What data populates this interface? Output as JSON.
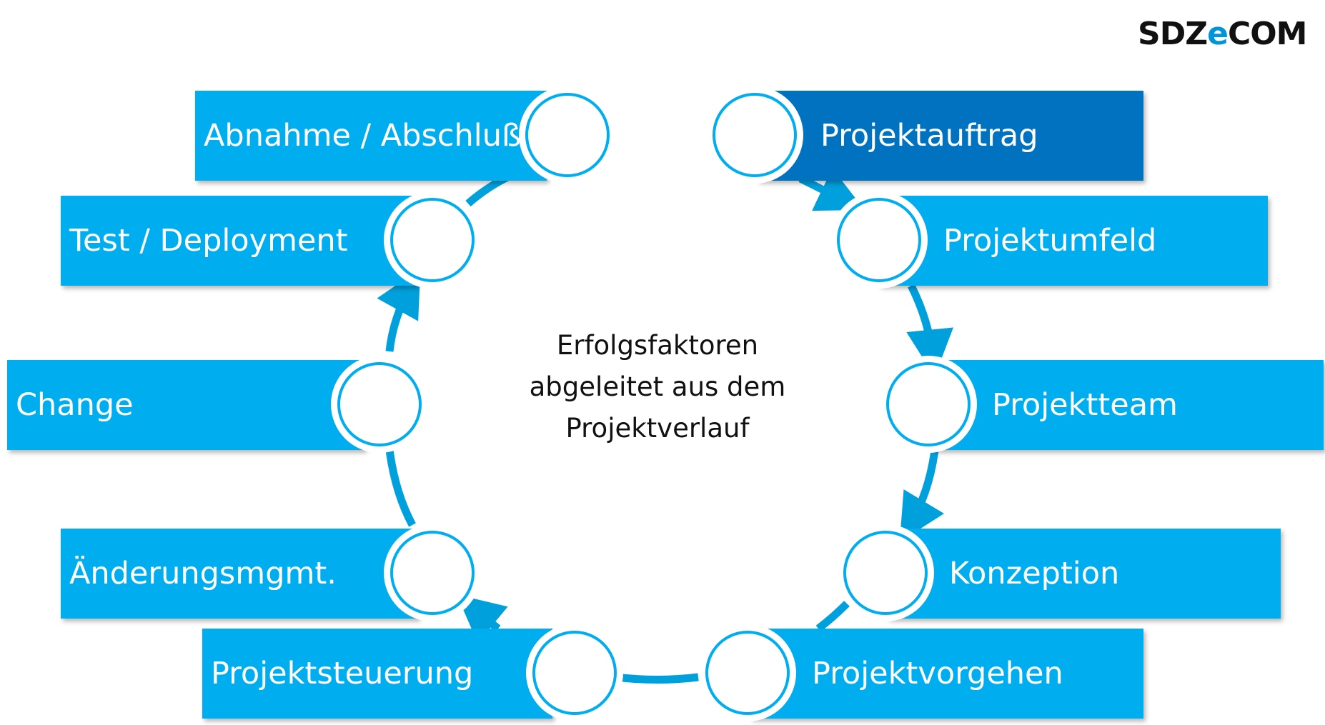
{
  "logo": {
    "part1": "SDZ",
    "part2": "e",
    "part3": "COM"
  },
  "center_text": [
    "Erfolgsfaktoren",
    "abgeleitet aus dem",
    "Projektverlauf"
  ],
  "colors": {
    "box": "#00adef",
    "box_active": "#0072bf",
    "arrow": "#00a0dc"
  },
  "steps": {
    "projektauftrag": "Projektauftrag",
    "projektumfeld": "Projektumfeld",
    "projektteam": "Projektteam",
    "konzeption": "Konzeption",
    "projektvorgehen": "Projektvorgehen",
    "projektsteuerung": "Projektsteuerung",
    "aenderungsmgmt": "Änderungsmgmt.",
    "change": "Change",
    "test_deployment": "Test / Deployment",
    "abnahme": "Abnahme / Abschluß"
  }
}
